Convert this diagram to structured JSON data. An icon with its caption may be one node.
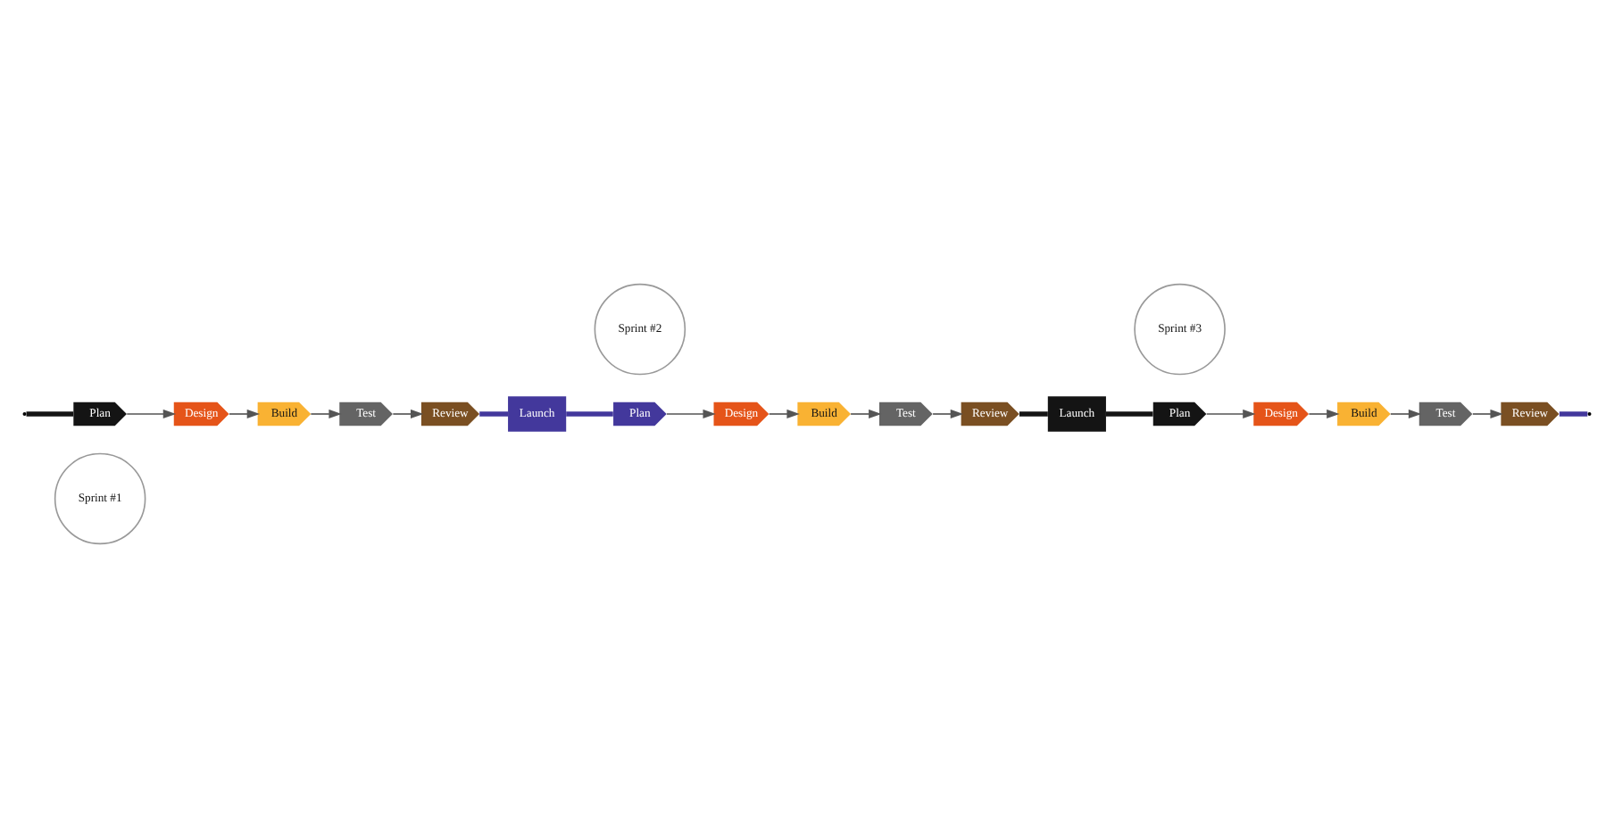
{
  "diagram": {
    "nodes": [
      {
        "text": [
          "Sprint #1"
        ]
      },
      {
        "text": [
          "Plan"
        ]
      },
      {
        "text": [
          "Design"
        ]
      },
      {
        "text": [
          "Build"
        ]
      },
      {
        "text": [
          "Test"
        ]
      },
      {
        "text": [
          "Review"
        ]
      },
      {
        "text": [
          "Launch"
        ]
      },
      {
        "text": [
          "Sprint #2"
        ]
      },
      {
        "text": [
          "Plan"
        ]
      },
      {
        "text": [
          "Design"
        ]
      },
      {
        "text": [
          "Build"
        ]
      },
      {
        "text": [
          "Test"
        ]
      },
      {
        "text": [
          "Review"
        ]
      },
      {
        "text": [
          "Launch"
        ]
      },
      {
        "text": [
          "Sprint #3"
        ]
      },
      {
        "text": [
          "Plan"
        ]
      },
      {
        "text": [
          "Design"
        ]
      },
      {
        "text": [
          "Build"
        ]
      },
      {
        "text": [
          "Test"
        ]
      },
      {
        "text": [
          "Review"
        ]
      }
    ],
    "edges": [
      {
        "from": null,
        "to": 1,
        "arrow": "none",
        "style": "thick",
        "color": "#141414"
      },
      {
        "from": 1,
        "to": 2,
        "arrow": "to"
      },
      {
        "from": 2,
        "to": 3,
        "arrow": "to"
      },
      {
        "from": 3,
        "to": 4,
        "arrow": "to"
      },
      {
        "from": 4,
        "to": 5,
        "arrow": "to"
      },
      {
        "from": 5,
        "to": 6,
        "arrow": "none",
        "style": "thick",
        "color": "#43389c"
      },
      {
        "from": 6,
        "to": 8,
        "arrow": "none",
        "style": "thick",
        "color": "#43389c"
      },
      {
        "from": 8,
        "to": 9,
        "arrow": "to"
      },
      {
        "from": 9,
        "to": 10,
        "arrow": "to"
      },
      {
        "from": 10,
        "to": 11,
        "arrow": "to"
      },
      {
        "from": 11,
        "to": 12,
        "arrow": "to"
      },
      {
        "from": 12,
        "to": 13,
        "arrow": "none",
        "style": "thick",
        "color": "#141414"
      },
      {
        "from": 13,
        "to": 15,
        "arrow": "none",
        "style": "thick",
        "color": "#141414"
      },
      {
        "from": 15,
        "to": 16,
        "arrow": "to"
      },
      {
        "from": 16,
        "to": 17,
        "arrow": "to"
      },
      {
        "from": 17,
        "to": 18,
        "arrow": "to"
      },
      {
        "from": 18,
        "to": 19,
        "arrow": "to"
      },
      {
        "from": 19,
        "to": null,
        "arrow": "none",
        "style": "thick",
        "color": "#43389c"
      }
    ]
  }
}
